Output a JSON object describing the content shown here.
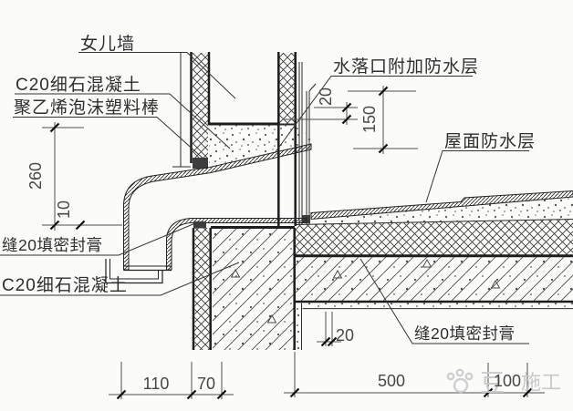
{
  "page": {
    "background": "#fbfbf9",
    "line_color": "#2b2b2b",
    "dim_color": "#474747",
    "watermark_color": "#c9c9c9"
  },
  "labels": {
    "parapet": "女儿墙",
    "c20_concrete_top": "C20细石混凝土",
    "pe_foam_rod": "聚乙烯泡沫塑料棒",
    "drain_extra_waterproof": "水落口附加防水层",
    "roof_waterproof": "屋面防水层",
    "seam_sealant_left": "缝20填密封膏",
    "c20_concrete_bottom": "C20细石混凝土",
    "seam_sealant_right": "缝20填密封膏"
  },
  "dimensions": {
    "d260": "260",
    "d10": "10",
    "d20_top": "20",
    "d150": "150",
    "d20_bottom": "20",
    "d110": "110",
    "d70": "70",
    "d500": "500",
    "d100": "100"
  },
  "watermark": {
    "glyph": "豆",
    "suffix": "施工"
  }
}
